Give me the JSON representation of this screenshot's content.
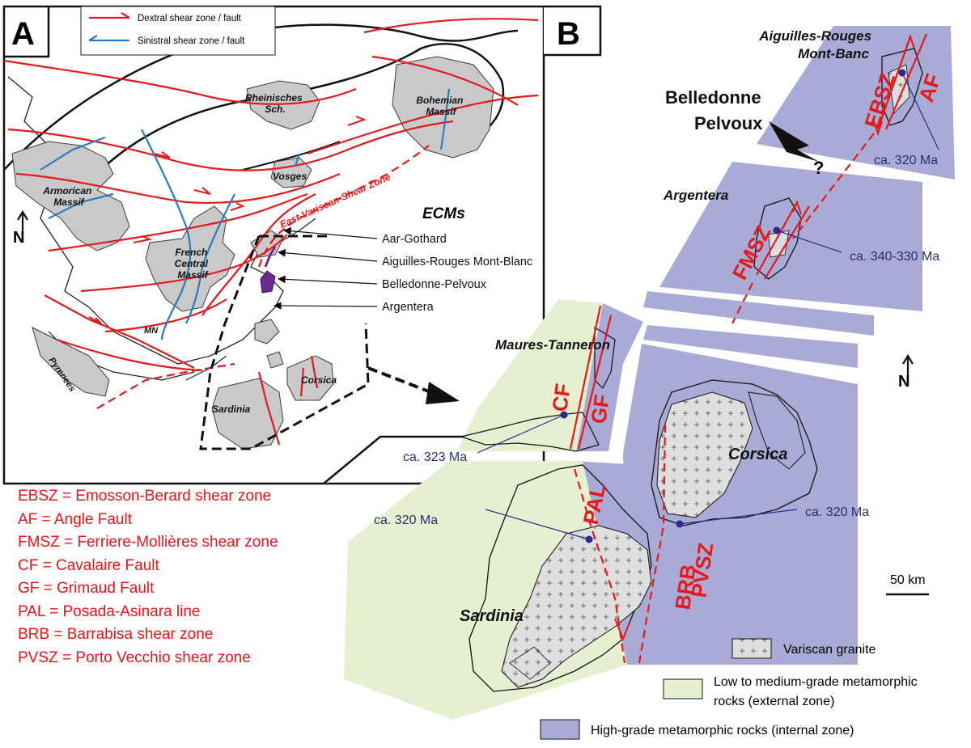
{
  "panel_a": {
    "letter": "A",
    "fault_legend": {
      "dextral": "Dextral shear zone / fault",
      "sinistral": "Sinistral shear zone / fault",
      "dextral_color": "#e41a1c",
      "sinistral_color": "#2b7bc0"
    },
    "regions": {
      "rheinisches": [
        "Rheinisches",
        "Sch."
      ],
      "bohemian": [
        "Bohemian",
        "Massif"
      ],
      "armorican": [
        "Armorican",
        "Massif"
      ],
      "vosges": "Vosges",
      "french_central": [
        "French",
        "Central",
        "Massif"
      ],
      "mn": "MN",
      "pyrenees": "Pyrenees",
      "sardinia": "Sardinia",
      "corsica": "Corsica",
      "evsz": "East-Variscan-Shear Zone"
    },
    "north": "N",
    "ecms": {
      "title": "ECMs",
      "items": [
        "Aar-Gothard",
        "Aiguilles-Rouges Mont-Blanc",
        "Belledonne-Pelvoux",
        "Argentera"
      ]
    }
  },
  "panel_b": {
    "letter": "B",
    "massifs": {
      "arm": [
        "Aiguilles-Rouges",
        "Mont-Banc"
      ],
      "belledonne": [
        "Belledonne",
        "Pelvoux"
      ],
      "argentera": "Argentera",
      "maures": "Maures-Tanneron",
      "corsica": "Corsica",
      "sardinia": "Sardinia",
      "question": "?"
    },
    "faults": {
      "ebsz": "EBSZ",
      "af": "AF",
      "fmsz": "FMSZ",
      "cf": "CF",
      "gf": "GF",
      "pal": "PAL",
      "pvsz": "PVSZ",
      "brb": "BRB"
    },
    "ages": {
      "arm": "ca. 320 Ma",
      "argentera": "ca. 340-330 Ma",
      "maures": "ca. 323 Ma",
      "sardinia": "ca. 320 Ma",
      "corsica": "ca. 320 Ma"
    },
    "north": "N",
    "scale": "50 km",
    "legend": {
      "granite": "Variscan granite",
      "low_grade": [
        "Low to medium-grade metamorphic",
        "rocks (external zone)"
      ],
      "high_grade": "High-grade metamorphic rocks (internal zone)",
      "low_grade_color": "#e6efcf",
      "high_grade_color": "#aaaad6"
    }
  },
  "abbreviations": [
    "EBSZ = Emosson-Berard shear zone",
    "AF = Angle Fault",
    "FMSZ = Ferriere-Mollières shear zone",
    "CF = Cavalaire Fault",
    "GF = Grimaud Fault",
    "PAL = Posada-Asinara line",
    "BRB = Barrabisa shear zone",
    "PVSZ = Porto Vecchio shear zone"
  ]
}
